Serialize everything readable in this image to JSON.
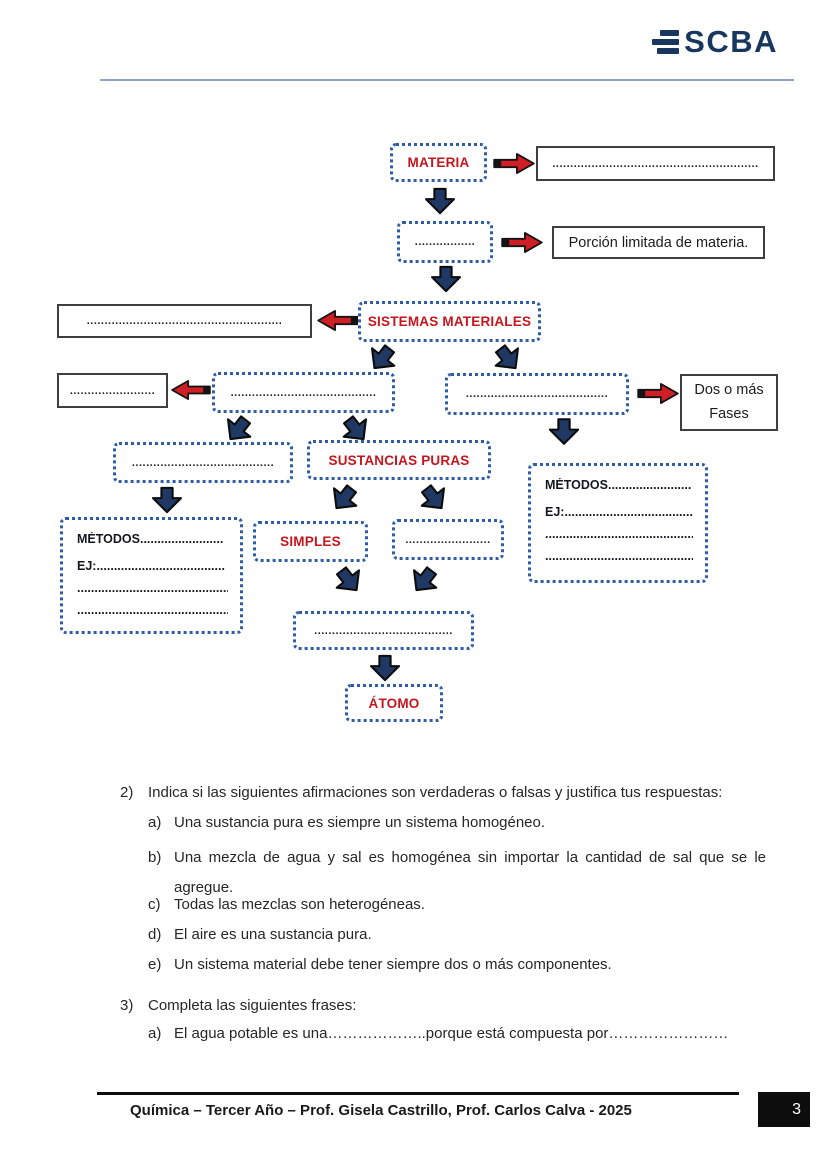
{
  "colors": {
    "accent_red": "#c5161d",
    "arrow_red": "#cf1f25",
    "arrow_navy": "#1f3864",
    "dotted_border_blue": "#2e5da6",
    "logo_navy": "#17375e"
  },
  "header": {
    "logo_text": "SCBA"
  },
  "flowchart": {
    "materia_label": "MATERIA",
    "materia_definition": "..........................................................",
    "cuerpo_placeholder": ".................",
    "cuerpo_definition": "Porción limitada de materia.",
    "sistemas_definition": ".......................................................",
    "sistemas_label": "SISTEMAS MATERIALES",
    "homogeneo_small_placeholder": "........................",
    "homogeneo_placeholder": ".........................................",
    "heterogeneo_placeholder": "........................................",
    "fases_lines": [
      "Dos o más",
      "Fases"
    ],
    "soluciones_placeholder": "........................................",
    "sustancias_label": "SUSTANCIAS PURAS",
    "metodos_lines": [
      "MÉTODOS........................",
      "EJ:.....................................",
      ".............................................",
      "............................................."
    ],
    "simples_label": "SIMPLES",
    "compuestas_placeholder": "........................",
    "elementos_placeholder": ".......................................",
    "atomo_label": "ÁTOMO"
  },
  "questions": {
    "q2": {
      "num": "2)",
      "text": "Indica si las siguientes afirmaciones son verdaderas o falsas y justifica tus respuestas:",
      "items": [
        {
          "label": "a)",
          "text": "Una sustancia pura es siempre un sistema homogéneo."
        },
        {
          "label": "b)",
          "text": "Una mezcla de agua y sal es homogénea sin importar la cantidad de sal que se le agregue."
        },
        {
          "label": "c)",
          "text": "Todas las mezclas son heterogéneas."
        },
        {
          "label": "d)",
          "text": "El aire es una sustancia pura."
        },
        {
          "label": "e)",
          "text": "Un sistema material debe tener siempre dos o más componentes."
        }
      ]
    },
    "q3": {
      "num": "3)",
      "text": "Completa las siguientes frases:",
      "items": [
        {
          "label": "a)",
          "text": "El agua potable es una………………..porque está compuesta por……………………"
        }
      ]
    }
  },
  "footer": {
    "text": "Química – Tercer Año – Prof. Gisela Castrillo, Prof. Carlos Calva - 2025",
    "page_number": "3"
  }
}
